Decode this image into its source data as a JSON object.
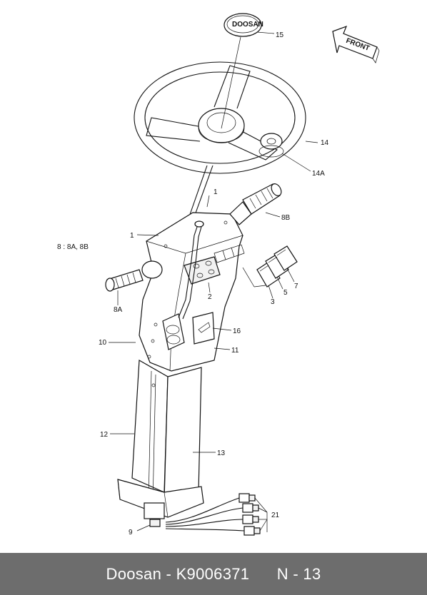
{
  "diagram": {
    "callouts": {
      "c15": "15",
      "c14": "14",
      "c14A": "14A",
      "c1a": "1",
      "c1b": "1",
      "c8B": "8B",
      "c8A": "8A",
      "c8note": "8 : 8A, 8B",
      "c2": "2",
      "c3": "3",
      "c5": "5",
      "c7": "7",
      "c16": "16",
      "c10": "10",
      "c11": "11",
      "c12": "12",
      "c13": "13",
      "c21": "21",
      "c9": "9"
    },
    "front_label": "FRONT",
    "horn_logo": "DOOSAN"
  },
  "footer": {
    "text": "Doosan - K9006371      N - 13"
  }
}
